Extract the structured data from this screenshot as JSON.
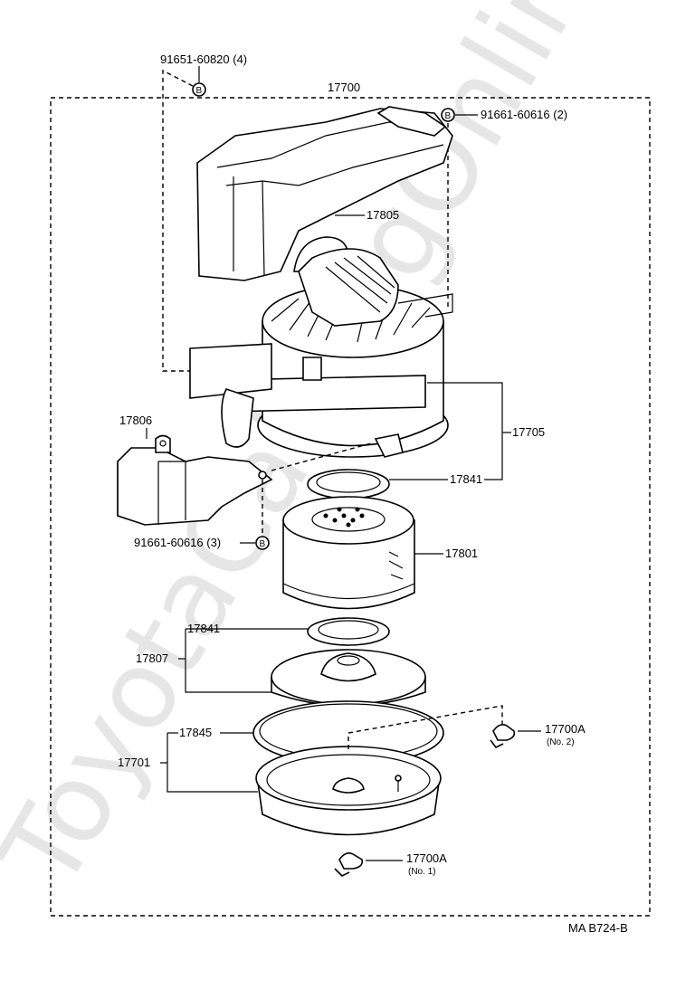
{
  "watermark": "ToyotaCatalogOnline.ru",
  "diagram_id": "MA  B724-B",
  "assembly_label": "17700",
  "bolt_mark": "B",
  "callouts": {
    "bolt_top_left": "91651-60820 (4)",
    "bolt_top_right": "91661-60616 (2)",
    "bolt_bottom": "91661-60616 (3)",
    "duct": "17805",
    "body": "17705",
    "bracket": "17806",
    "gasket_upper": "17841",
    "element": "17801",
    "gasket_lower": "17841",
    "cap": "17807",
    "seal": "17845",
    "case": "17701",
    "clamp_no2": "17700A",
    "clamp_no2_sub": "(No. 2)",
    "clamp_no1": "17700A",
    "clamp_no1_sub": "(No. 1)"
  }
}
